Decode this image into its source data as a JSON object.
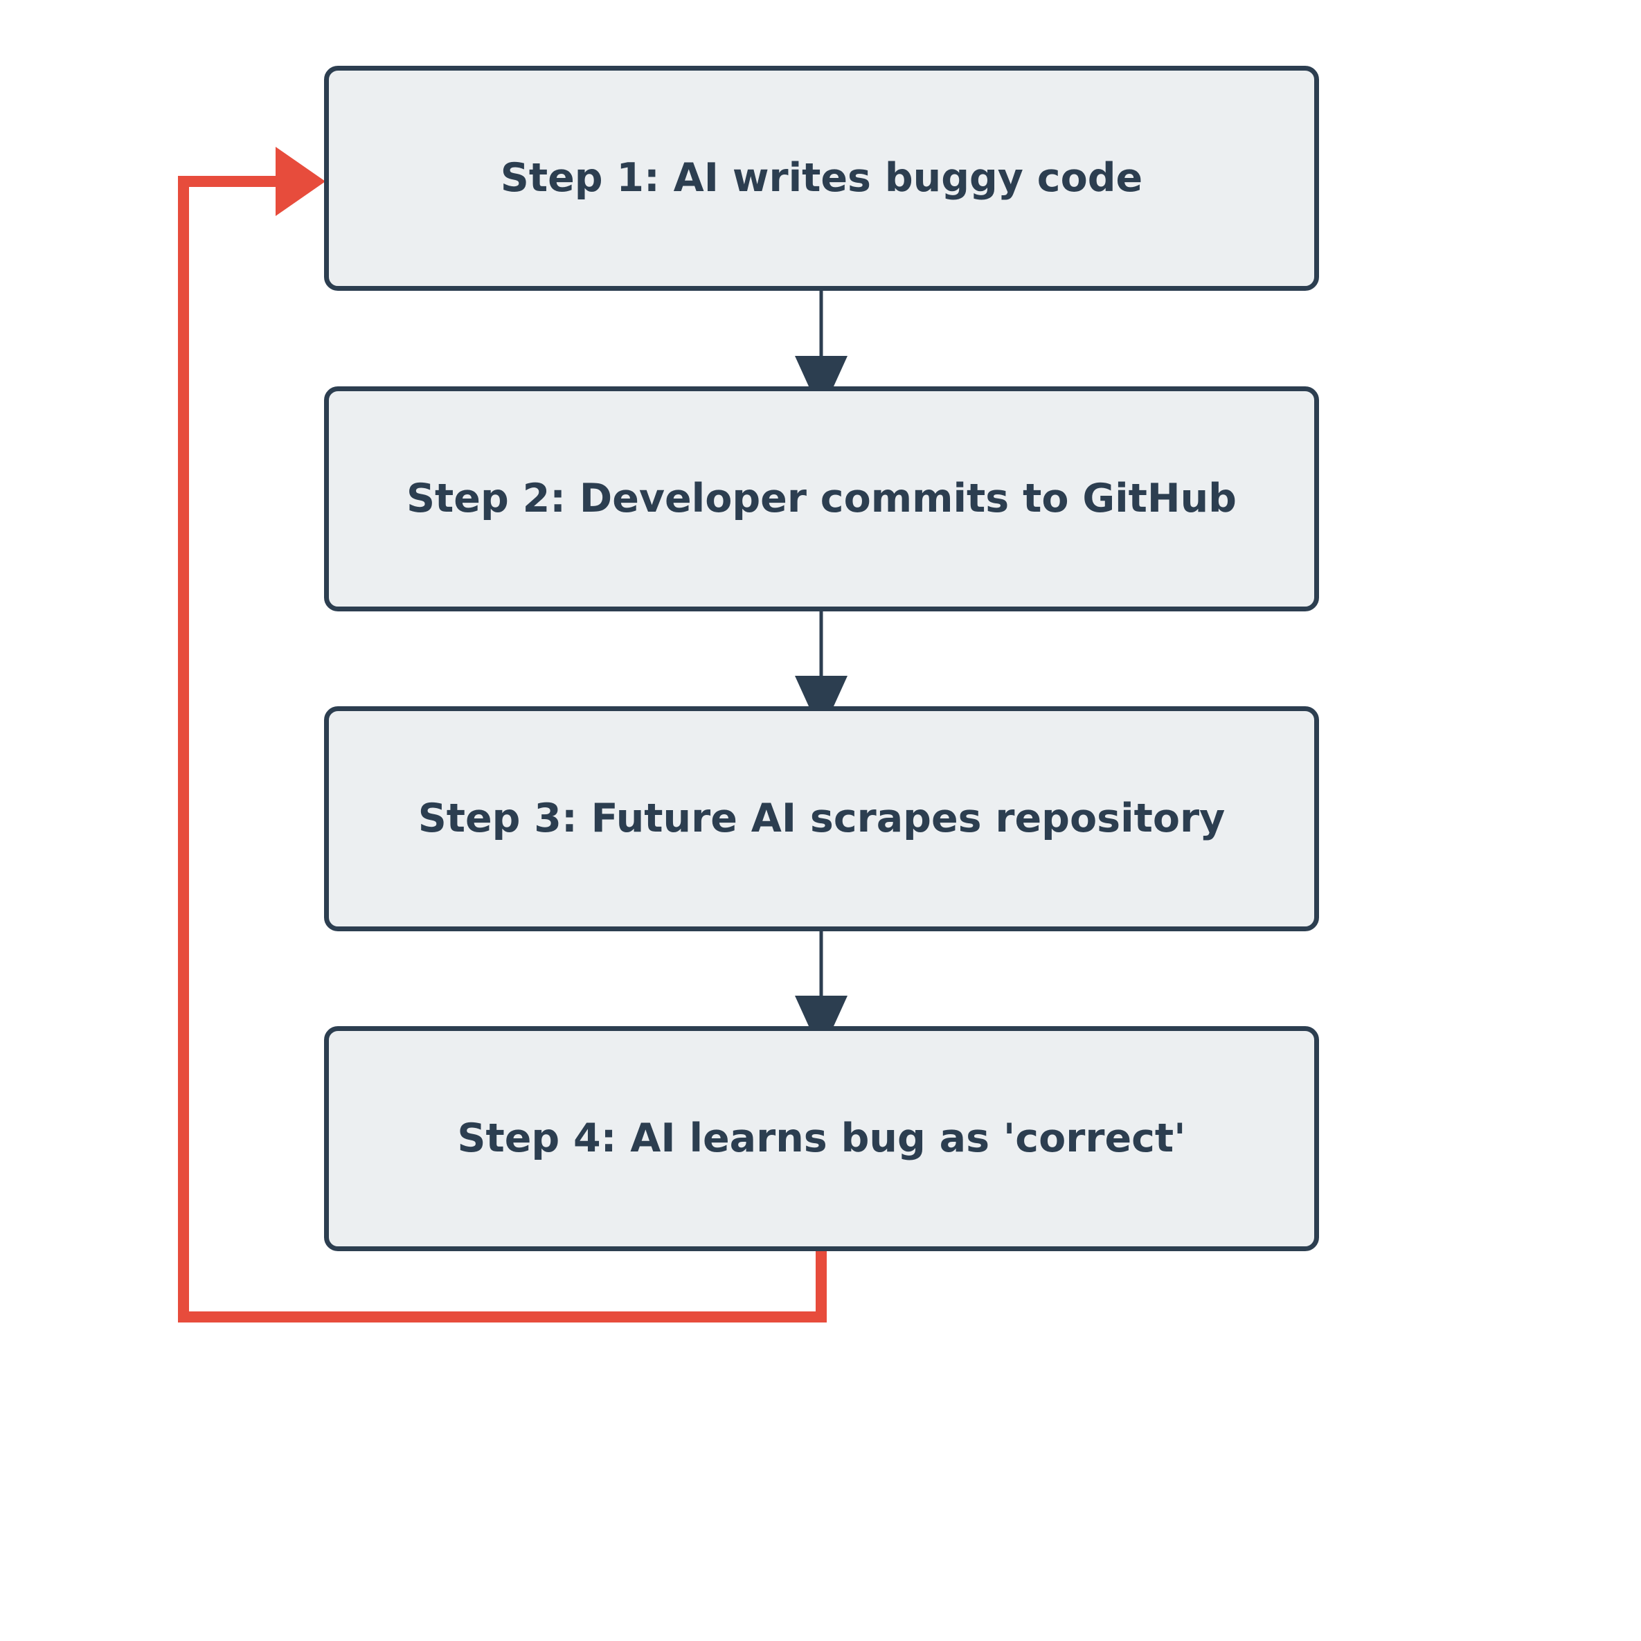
{
  "diagram": {
    "type": "flowchart",
    "orientation": "top-to-bottom",
    "background_color": "#ffffff",
    "node_fill_color": "#eceff1",
    "node_border_color": "#2c3e50",
    "node_text_color": "#2c3e50",
    "connector_color": "#2c3e50",
    "feedback_loop_color": "#e74c3c",
    "nodes": [
      {
        "id": "step1",
        "label": "Step 1: AI writes buggy code"
      },
      {
        "id": "step2",
        "label": "Step 2: Developer commits to GitHub"
      },
      {
        "id": "step3",
        "label": "Step 3: Future AI scrapes repository"
      },
      {
        "id": "step4",
        "label": "Step 4: AI learns bug as 'correct'"
      }
    ],
    "edges": [
      {
        "from": "step1",
        "to": "step2",
        "style": "solid-arrow",
        "color": "#2c3e50"
      },
      {
        "from": "step2",
        "to": "step3",
        "style": "solid-arrow",
        "color": "#2c3e50"
      },
      {
        "from": "step3",
        "to": "step4",
        "style": "solid-arrow",
        "color": "#2c3e50"
      },
      {
        "from": "step4",
        "to": "step1",
        "style": "feedback-loop-arrow",
        "color": "#e74c3c"
      }
    ]
  }
}
